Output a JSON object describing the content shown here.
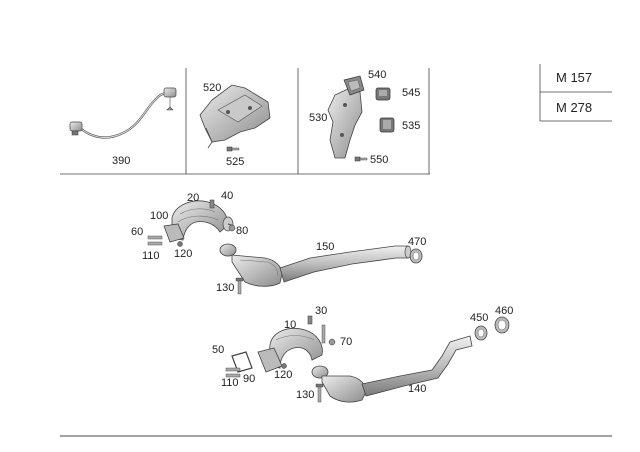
{
  "models": [
    "M 157",
    "M 278"
  ],
  "callouts": {
    "c390": "390",
    "c520": "520",
    "c525": "525",
    "c540": "540",
    "c545": "545",
    "c530": "530",
    "c535": "535",
    "c550": "550",
    "c20": "20",
    "c40": "40",
    "c100": "100",
    "c80": "80",
    "c60": "60",
    "c110a": "110",
    "c120a": "120",
    "c150": "150",
    "c470": "470",
    "c130a": "130",
    "c30": "30",
    "c10": "10",
    "c70": "70",
    "c50": "50",
    "c90": "90",
    "c110b": "110",
    "c120b": "120",
    "c450": "450",
    "c460": "460",
    "c140": "140",
    "c130b": "130"
  },
  "colors": {
    "line": "#444444",
    "part_fill": "#d4d4d4",
    "part_dark": "#8a8a8a"
  }
}
